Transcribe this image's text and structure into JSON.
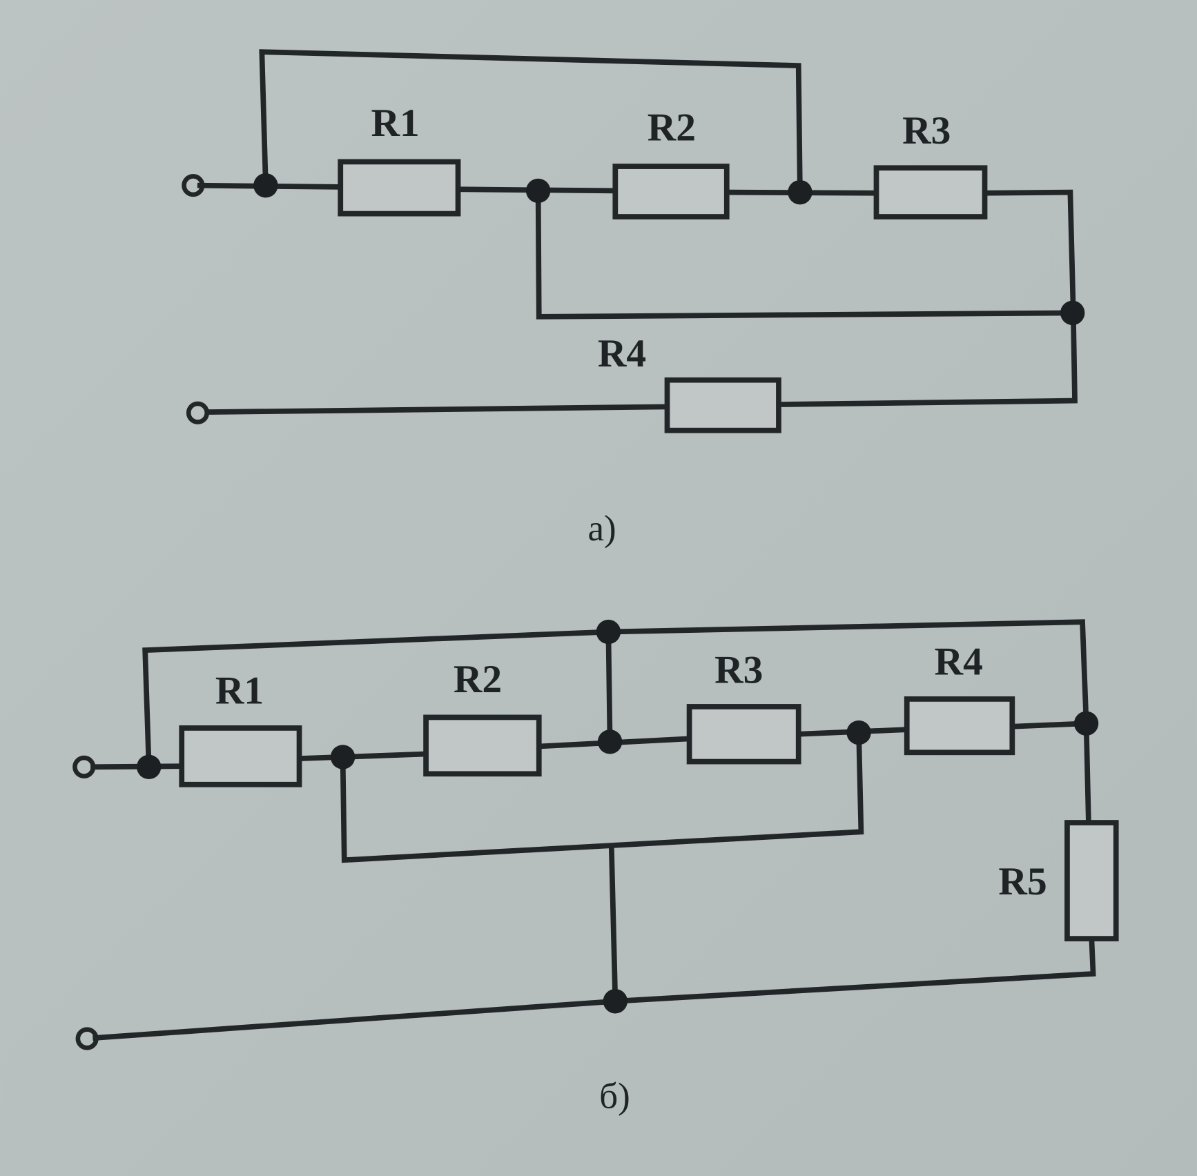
{
  "diagram_a": {
    "caption": "а)",
    "labels": {
      "r1": "R1",
      "r2": "R2",
      "r3": "R3",
      "r4": "R4"
    }
  },
  "diagram_b": {
    "caption": "б)",
    "labels": {
      "r1": "R1",
      "r2": "R2",
      "r3": "R3",
      "r4": "R4",
      "r5": "R5"
    }
  }
}
